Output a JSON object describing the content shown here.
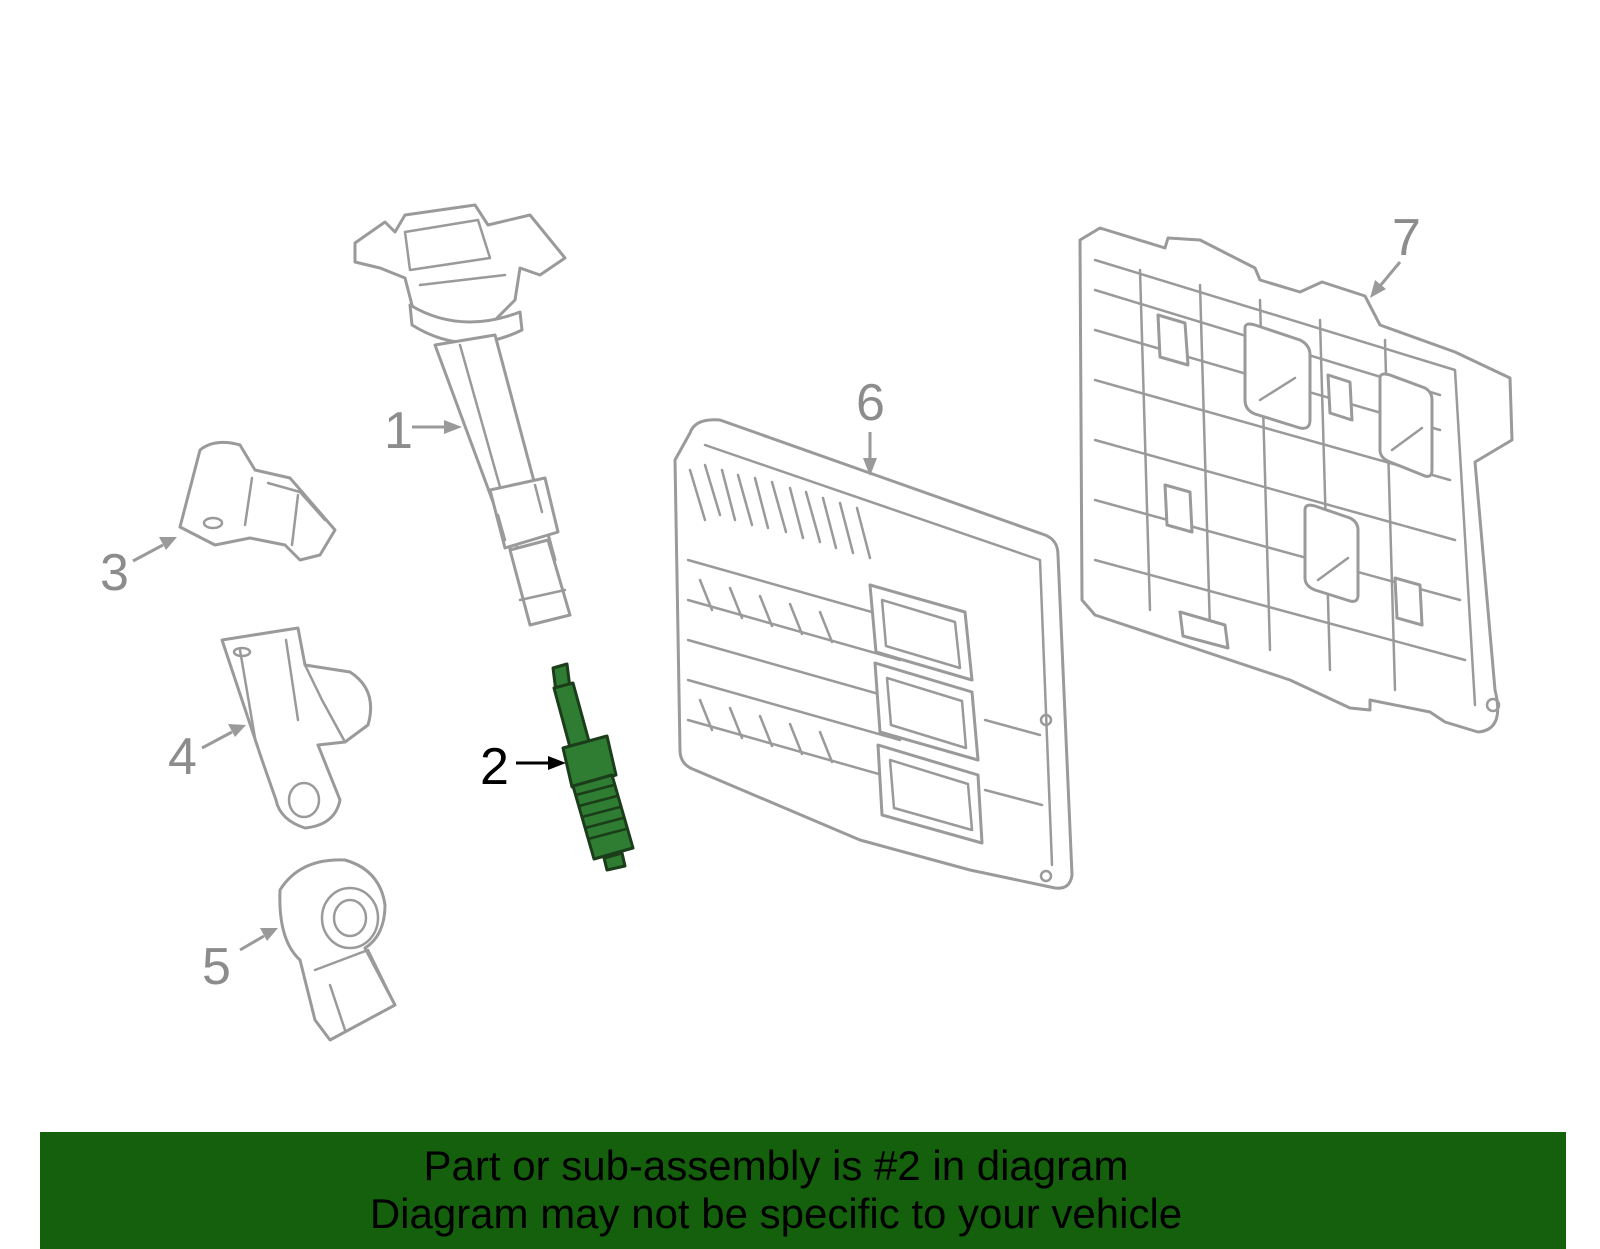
{
  "callouts": {
    "c1": "1",
    "c2": "2",
    "c3": "3",
    "c4": "4",
    "c5": "5",
    "c6": "6",
    "c7": "7"
  },
  "highlight": {
    "part_number": "2",
    "color": "#2e7d32"
  },
  "banner": {
    "line1": "Part or sub-assembly is #2 in diagram",
    "line2": "Diagram may not be specific to your vehicle",
    "background": "#15600c"
  }
}
